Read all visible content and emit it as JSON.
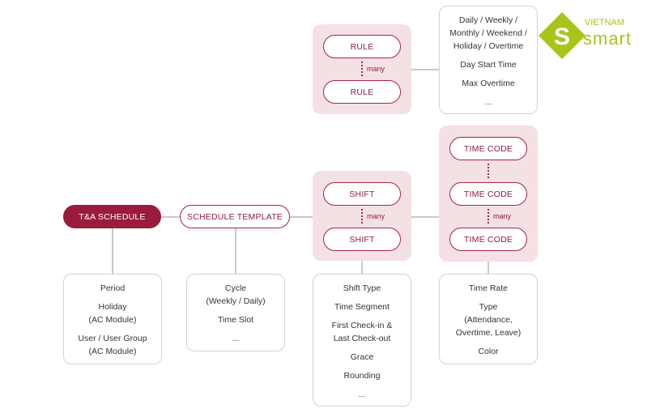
{
  "logo": {
    "text_top": "VIETNAM",
    "text_main": "smart",
    "glyph": "S",
    "color": "#a9c51c"
  },
  "nodes": {
    "ta_schedule": "T&A SCHEDULE",
    "schedule_template": "SCHEDULE TEMPLATE",
    "rule_1": "RULE",
    "rule_2": "RULE",
    "shift_1": "SHIFT",
    "shift_2": "SHIFT",
    "time_code_1": "TIME CODE",
    "time_code_2": "TIME CODE",
    "time_code_3": "TIME CODE"
  },
  "many_labels": {
    "rule": "many",
    "shift": "many",
    "time_code": "many"
  },
  "cards": {
    "rule_attrs": [
      "Daily / Weekly /\nMonthly / Weekend /\nHoliday / Overtime",
      "Day Start Time",
      "Max Overtime",
      "..."
    ],
    "ta_schedule_attrs": [
      "Period",
      "Holiday\n(AC Module)",
      "User / User Group\n(AC Module)"
    ],
    "schedule_template_attrs": [
      "Cycle\n(Weekly / Daily)",
      "Time Slot",
      "..."
    ],
    "shift_attrs": [
      "Shift Type",
      "Time Segment",
      "First Check-in &\nLast Check-out",
      "Grace",
      "Rounding",
      "..."
    ],
    "time_code_attrs": [
      "Time Rate",
      "Type\n(Attendance,\nOvertime, Leave)",
      "Color"
    ]
  },
  "colors": {
    "accent": "#9b1b3c",
    "group_bg": "#f4e1e4",
    "connector": "#c9c9c9",
    "logo": "#a9c51c"
  }
}
